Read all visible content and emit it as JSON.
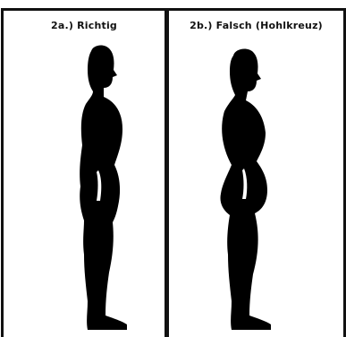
{
  "panels": [
    {
      "caption": "2a.) Richtig",
      "figure": "upright-posture-silhouette",
      "color": "#000000"
    },
    {
      "caption": "2b.) Falsch (Hohlkreuz)",
      "figure": "hollow-back-posture-silhouette",
      "color": "#000000"
    }
  ]
}
